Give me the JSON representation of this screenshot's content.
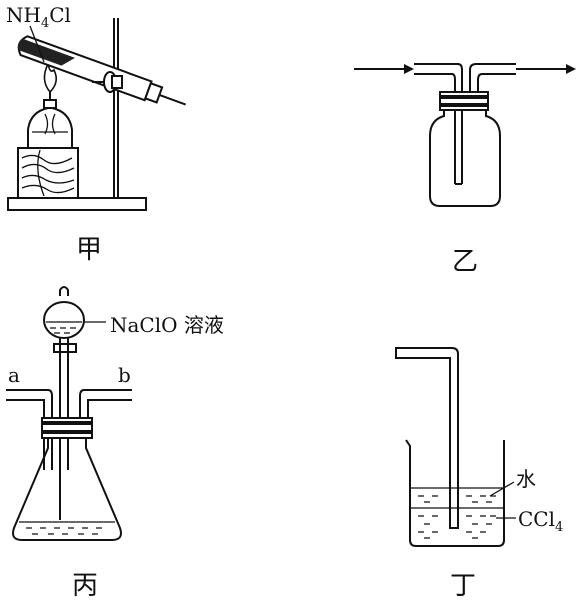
{
  "panels": {
    "jia": {
      "caption": "甲",
      "reagent": {
        "main": "NH",
        "sub": "4",
        "tail": "Cl"
      }
    },
    "yi": {
      "caption": "乙"
    },
    "bing": {
      "caption": "丙",
      "funnel_label": "NaClO 溶液",
      "left_tube": "a",
      "right_tube": "b"
    },
    "ding": {
      "caption": "丁",
      "upper_layer": "水",
      "lower_layer": {
        "main": "CCl",
        "sub": "4"
      }
    }
  }
}
